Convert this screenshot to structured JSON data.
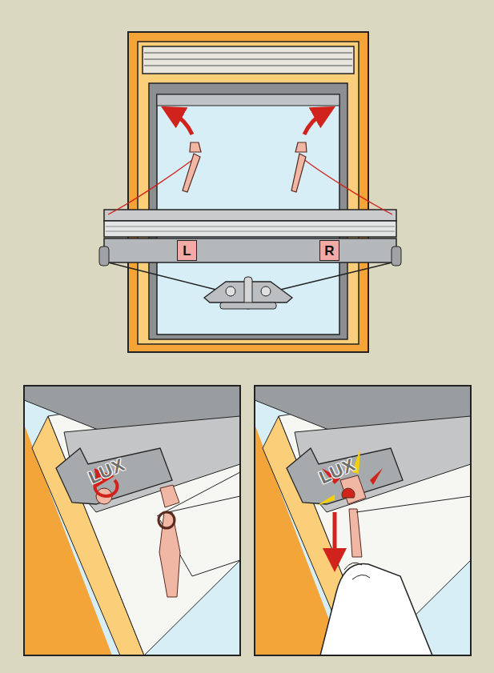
{
  "diagram": {
    "nodes": [
      {
        "text": [
          "L"
        ]
      },
      {
        "text": [
          "R"
        ]
      }
    ],
    "labels": [
      "LUX",
      "LUX"
    ]
  }
}
